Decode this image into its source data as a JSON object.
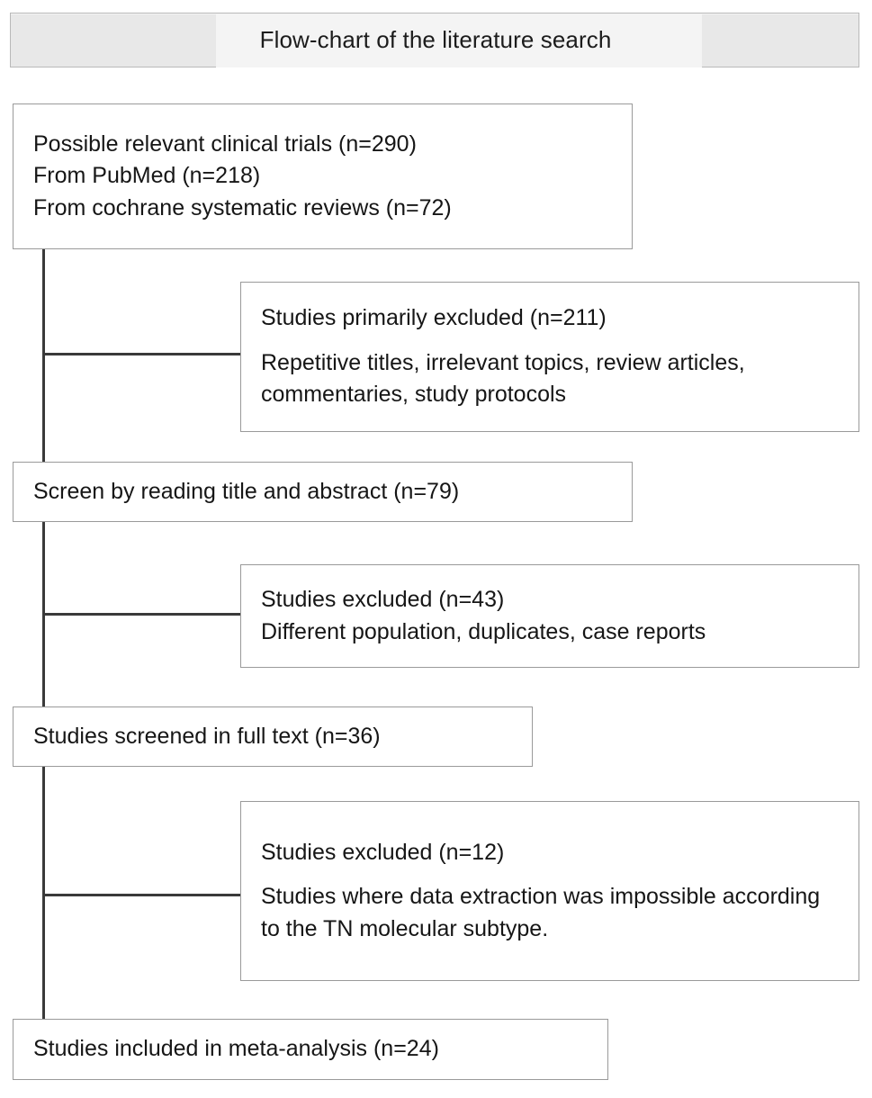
{
  "figure": {
    "title": "Flow-chart of the literature search",
    "type": "prisma-flow-chart"
  },
  "nodes": {
    "identified": {
      "line1": "Possible relevant clinical trials (n=290)",
      "line2": "From PubMed (n=218)",
      "line3": "From cochrane systematic reviews (n=72)"
    },
    "excluded_primary": {
      "heading": "Studies primarily excluded (n=211)",
      "detail": "Repetitive titles, irrelevant topics, review articles, commentaries, study protocols"
    },
    "screen": {
      "line1": "Screen by reading title and abstract (n=79)"
    },
    "excluded_screen": {
      "heading": "Studies excluded (n=43)",
      "detail": "Different population, duplicates, case reports"
    },
    "fulltext": {
      "line1": "Studies screened in full text (n=36)"
    },
    "excluded_fulltext": {
      "heading": "Studies excluded (n=12)",
      "detail": "Studies where data extraction was impossible according to the TN molecular subtype."
    },
    "included": {
      "line1": "Studies included in meta-analysis (n=24)"
    }
  },
  "chart_data": {
    "type": "diagram",
    "title": "Flow-chart of the literature search",
    "stages": [
      {
        "label": "Possible relevant clinical trials",
        "n": 290
      },
      {
        "label": "From PubMed",
        "n": 218
      },
      {
        "label": "From cochrane systematic reviews",
        "n": 72
      },
      {
        "label": "Studies primarily excluded",
        "n": 211
      },
      {
        "label": "Screen by reading title and abstract",
        "n": 79
      },
      {
        "label": "Studies excluded",
        "n": 43
      },
      {
        "label": "Studies screened in full text",
        "n": 36
      },
      {
        "label": "Studies excluded",
        "n": 12
      },
      {
        "label": "Studies included in meta-analysis",
        "n": 24
      }
    ]
  }
}
